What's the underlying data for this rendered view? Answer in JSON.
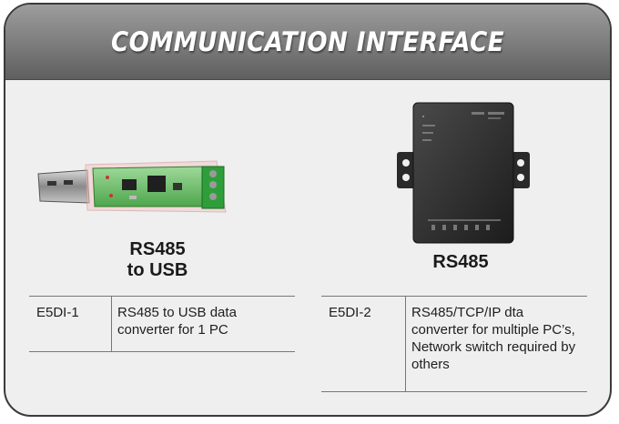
{
  "header": {
    "title": "COMMUNICATION INTERFACE"
  },
  "colors": {
    "header_top": "#9d9d9d",
    "header_bottom": "#5f5f5f",
    "card_background": "#efefef",
    "border": "#3a3a3a"
  },
  "products": [
    {
      "image": "usb-rs485-converter-icon",
      "name_line1": "RS485",
      "name_line2": "to USB",
      "code": "E5DI-1",
      "description": "RS485 to USB data converter for 1 PC"
    },
    {
      "image": "network-converter-box-icon",
      "name_line1": "RS485",
      "code": "E5DI-2",
      "description": "RS485/TCP/IP dta converter for multiple PC’s, Network switch required by others"
    }
  ]
}
